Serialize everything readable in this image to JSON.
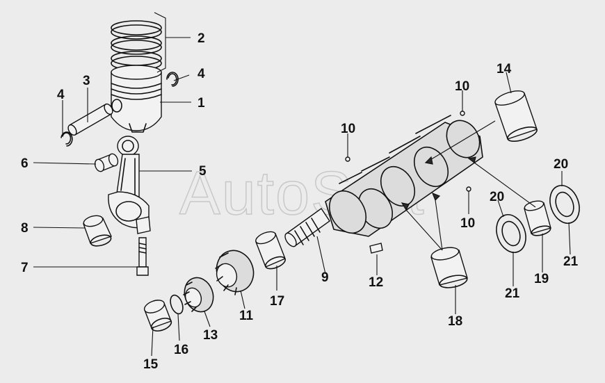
{
  "watermark": "AutoSoft",
  "callouts": {
    "c1": "1",
    "c2": "2",
    "c3": "3",
    "c4a": "4",
    "c4b": "4",
    "c5": "5",
    "c6": "6",
    "c7": "7",
    "c8": "8",
    "c9": "9",
    "c10a": "10",
    "c10b": "10",
    "c10c": "10",
    "c11": "11",
    "c12": "12",
    "c13": "13",
    "c14": "14",
    "c15": "15",
    "c16": "16",
    "c17": "17",
    "c18": "18",
    "c19": "19",
    "c20a": "20",
    "c20b": "20",
    "c21a": "21",
    "c21b": "21"
  }
}
